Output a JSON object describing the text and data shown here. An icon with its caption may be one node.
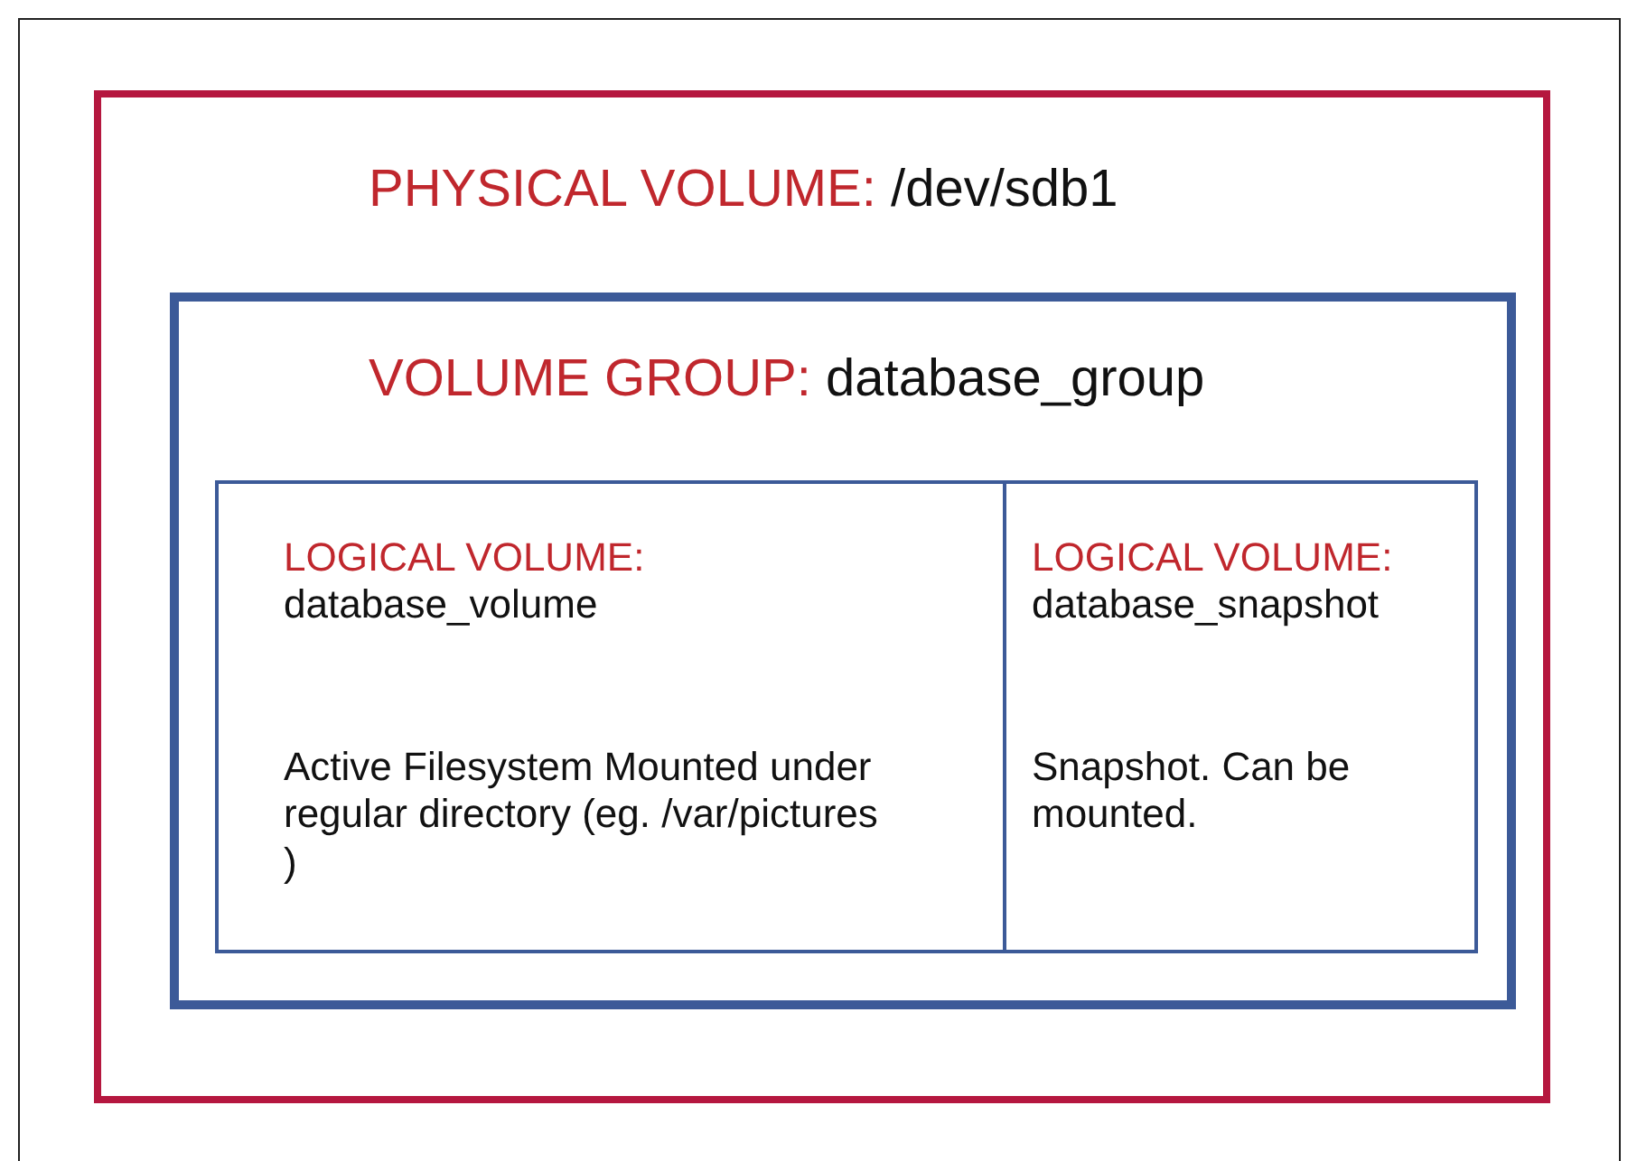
{
  "diagram": {
    "nodes": [
      {
        "text": [
          "PHYSICAL VOLUME:",
          "/dev/sdb1"
        ]
      },
      {
        "text": [
          "VOLUME GROUP:",
          "database_group"
        ],
        "in": 0
      },
      {
        "text": [
          "LOGICAL VOLUME:",
          "database_volume",
          "Active Filesystem Mounted under regular directory (eg. /var/pictures )"
        ],
        "in": 1
      },
      {
        "text": [
          "LOGICAL VOLUME:",
          "database_snapshot",
          "Snapshot. Can be mounted."
        ],
        "in": 1
      }
    ]
  }
}
